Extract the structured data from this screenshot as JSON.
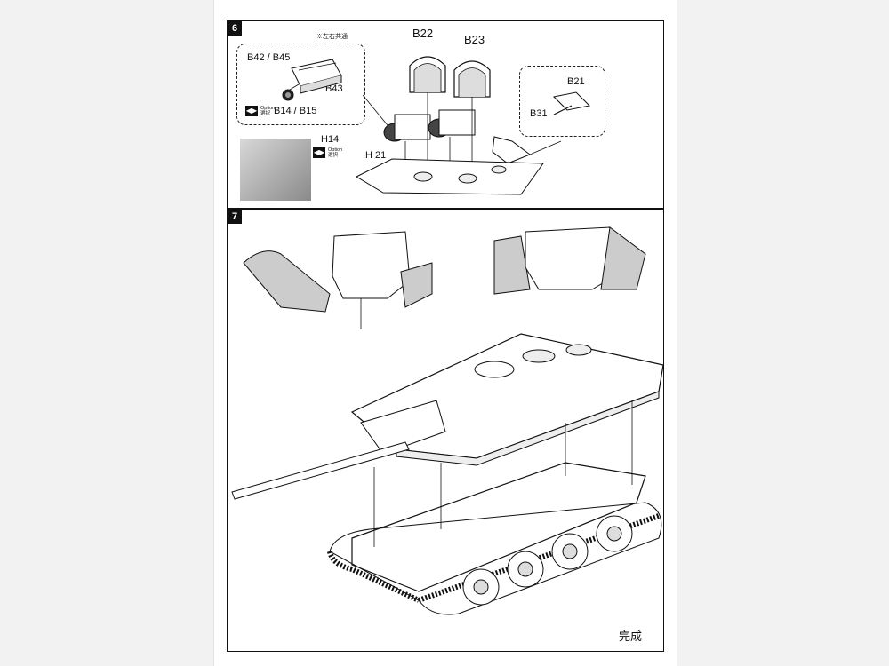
{
  "step6": {
    "number": "6",
    "note": "※左右共通",
    "labels": {
      "b22": "B22",
      "b23": "B23",
      "b42_b45": "B42 / B45",
      "b43": "B43",
      "b14_b15": "B14 / B15",
      "b21": "B21",
      "b31": "B31",
      "h14": "H14",
      "h21": "H 21"
    },
    "option_main": {
      "line1": "Option",
      "line2": "選択"
    },
    "option_inset": {
      "line1": "Option",
      "line2": "選択"
    }
  },
  "step7": {
    "number": "7",
    "complete_label": "完成"
  },
  "icons": [
    "option-icon"
  ]
}
